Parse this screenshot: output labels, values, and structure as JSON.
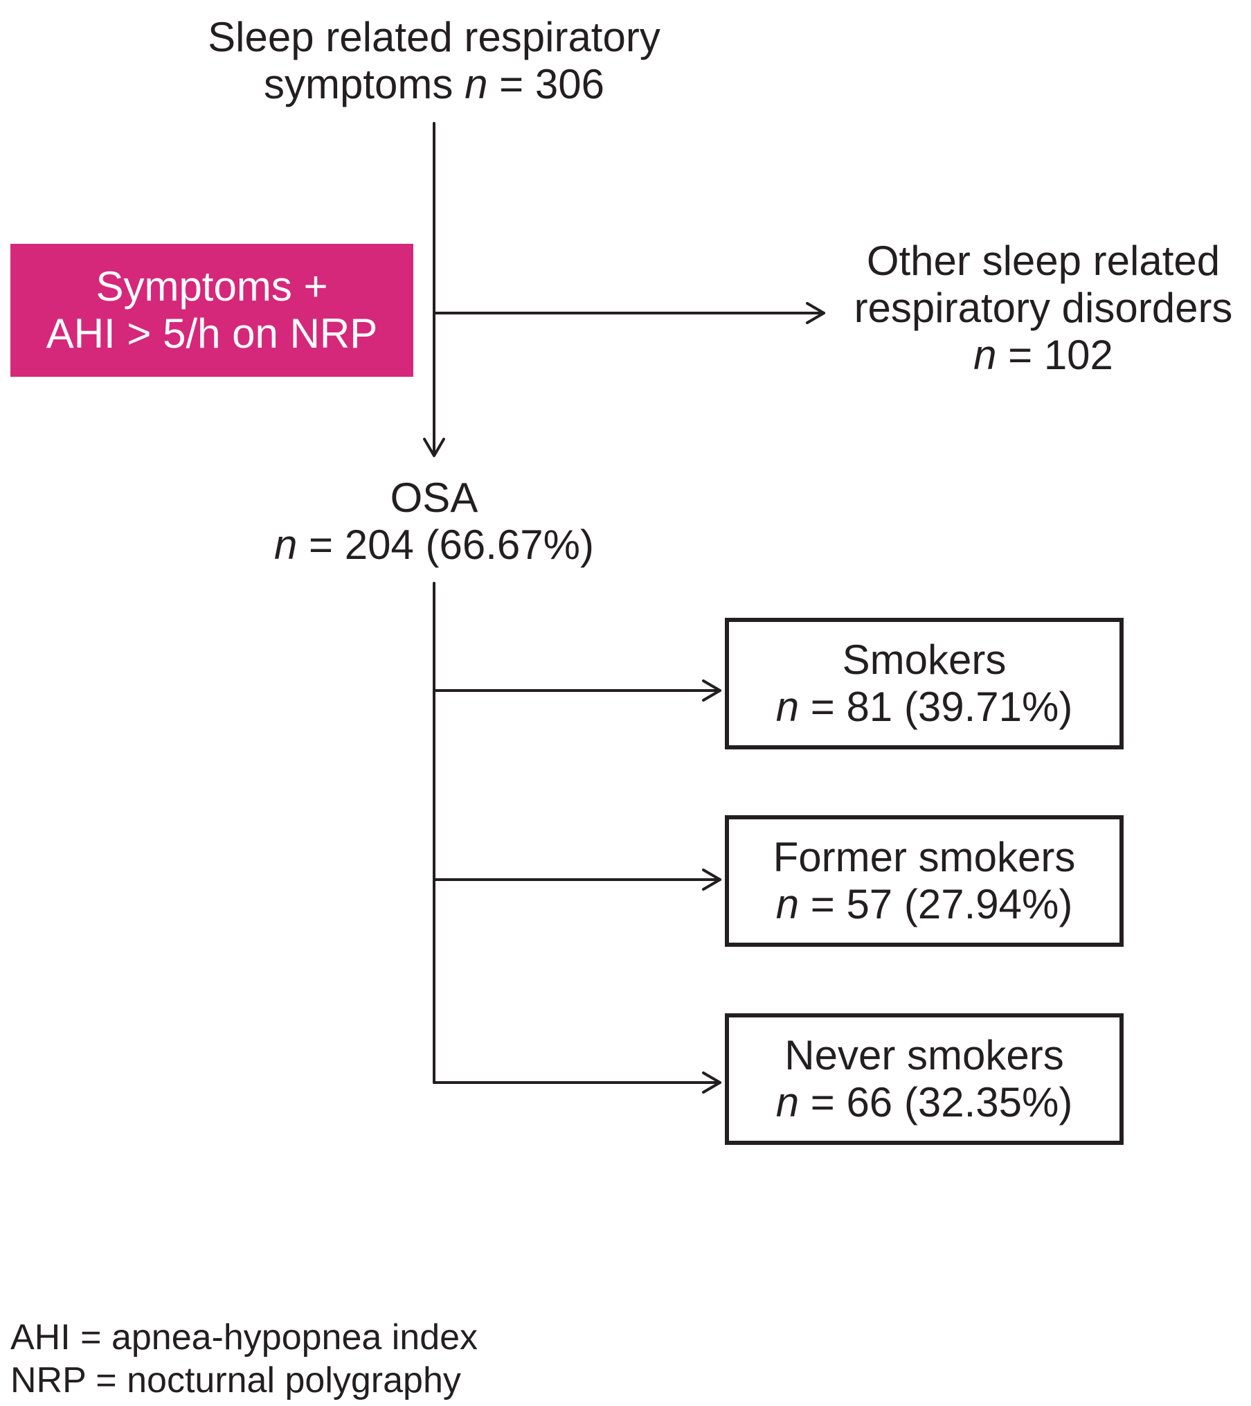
{
  "start": {
    "line1": "Sleep related respiratory",
    "line2_text": "symptoms ",
    "n_symbol": "n",
    "line2_value": " = 306"
  },
  "criteria": {
    "line1": "Symptoms +",
    "line2": "AHI > 5/h on NRP"
  },
  "excluded": {
    "line1": "Other sleep related",
    "line2": "respiratory disorders",
    "n_symbol": "n",
    "value": " = 102"
  },
  "osa": {
    "label": "OSA",
    "n_symbol": "n",
    "value": " = 204 (66.67%)"
  },
  "groups": [
    {
      "label": "Smokers",
      "n_symbol": "n",
      "value": " = 81 (39.71%)"
    },
    {
      "label": "Former smokers",
      "n_symbol": "n",
      "value": " = 57 (27.94%)"
    },
    {
      "label": "Never smokers",
      "n_symbol": "n",
      "value": " = 66 (32.35%)"
    }
  ],
  "legend": {
    "line1": "AHI = apnea-hypopnea index",
    "line2": "NRP = nocturnal polygraphy"
  },
  "colors": {
    "criteria_fill": "#d5287a",
    "line": "#231f20"
  }
}
